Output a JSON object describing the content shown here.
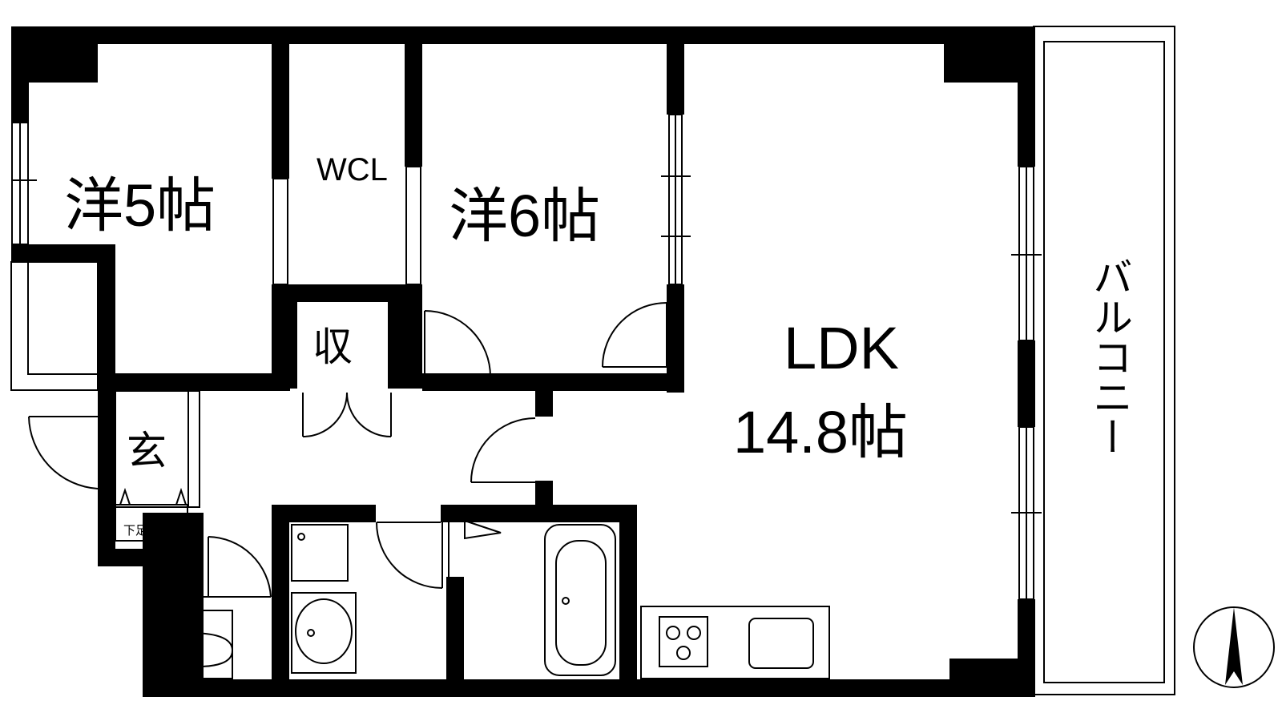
{
  "rooms": {
    "western_5": "洋5帖",
    "wcl": "WCL",
    "western_6": "洋6帖",
    "storage": "収",
    "entrance": "玄",
    "shoe_box": "下足箱",
    "ldk_name": "LDK",
    "ldk_size": "14.8帖",
    "balcony": "バルコニー"
  },
  "icons": {
    "compass": "north-arrow-icon"
  },
  "colors": {
    "wall": "#000000",
    "background": "#ffffff"
  }
}
